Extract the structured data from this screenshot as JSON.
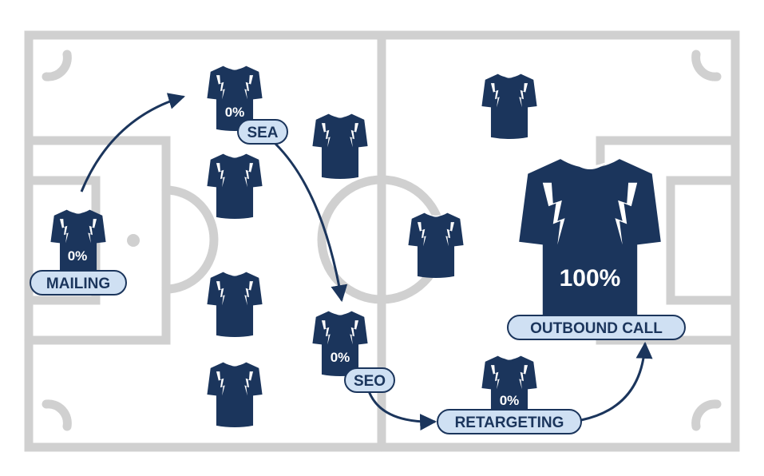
{
  "colors": {
    "field_lines": "#d0d0d0",
    "shirt": "#1b355c",
    "shirt_stripe": "#ffffff",
    "label_fill": "#cfe0f3",
    "label_stroke": "#1b355c",
    "label_text": "#1b355c",
    "arrow": "#1b355c"
  },
  "players": {
    "mailing": {
      "label": "MAILING",
      "value": "0%"
    },
    "sea": {
      "label": "SEA",
      "value": "0%"
    },
    "seo": {
      "label": "SEO",
      "value": "0%"
    },
    "retargeting": {
      "label": "RETARGETING",
      "value": "0%"
    },
    "outbound_call": {
      "label": "OUTBOUND CALL",
      "value": "100%"
    }
  },
  "flow": [
    "mailing",
    "sea",
    "seo",
    "retargeting",
    "outbound_call"
  ]
}
